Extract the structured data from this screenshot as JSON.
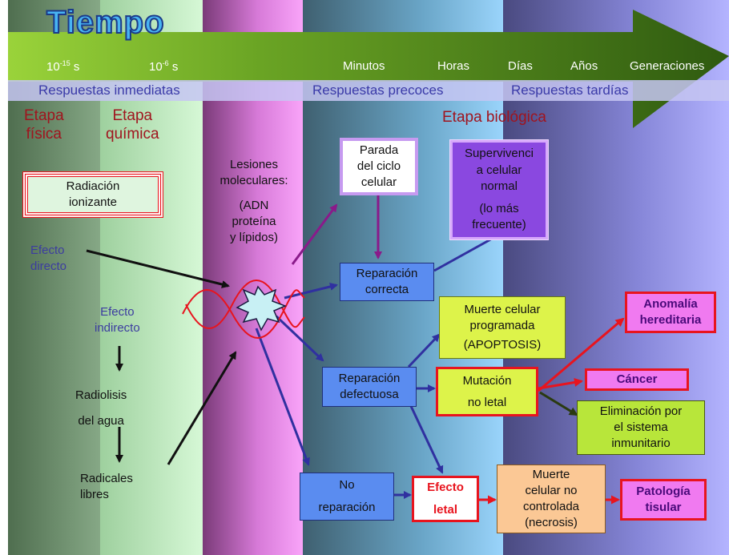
{
  "colors": {
    "band_fisica": "#5e7d5e",
    "band_quimica": "#c8f2c8",
    "band_lesiones": "#ef7df0",
    "band_precoces": "#86c2ec",
    "band_tardias": "#a8a8f2",
    "timeline_arrow": "#3f7a18",
    "title": "#3aa0e8",
    "stage_text": "#a0141e",
    "response_bar": "#c6c6f2",
    "yellow_green": "#ddf34a",
    "purple": "#8a3bd8",
    "blue_box": "#5a8cf0",
    "pink_box": "#f07af0",
    "peach": "#fbc895",
    "red": "#e8141e"
  },
  "title": "Tiempo",
  "timeline": {
    "t1": "10-15 s",
    "t2": "10-6 s",
    "minutos": "Minutos",
    "horas": "Horas",
    "dias": "Días",
    "anos": "Años",
    "generaciones": "Generaciones"
  },
  "responses": {
    "inmediatas": "Respuestas inmediatas",
    "precoces": "Respuestas precoces",
    "tardias": "Respuestas tardías"
  },
  "stages": {
    "fisica_1": "Etapa",
    "fisica_2": "física",
    "quimica_1": "Etapa",
    "quimica_2": "química",
    "biologica": "Etapa biológica"
  },
  "radiacion": {
    "l1": "Radiación",
    "l2": "ionizante"
  },
  "efecto_directo": {
    "l1": "Efecto",
    "l2": "directo"
  },
  "efecto_indirecto": {
    "l1": "Efecto",
    "l2": "indirecto"
  },
  "radiolisis": {
    "l1": "Radiolisis",
    "l2": "del agua"
  },
  "radicales": {
    "l1": "Radicales",
    "l2": "libres"
  },
  "lesiones": {
    "l1": "Lesiones",
    "l2": "moleculares:",
    "l3": "(ADN",
    "l4": "proteína",
    "l5": "y lípidos)"
  },
  "parada": {
    "l1": "Parada",
    "l2": "del ciclo",
    "l3": "celular"
  },
  "supervivencia": {
    "l1": "Supervivenci",
    "l2": "a celular",
    "l3": "normal",
    "l4": "(lo más",
    "l5": "frecuente)"
  },
  "reparacion_correcta": {
    "l1": "Reparación",
    "l2": "correcta"
  },
  "muerte_programada": {
    "l1": "Muerte celular",
    "l2": "programada",
    "l3": "(APOPTOSIS)"
  },
  "anomalia": {
    "l1": "Anomalía",
    "l2": "hereditaria"
  },
  "reparacion_defectuosa": {
    "l1": "Reparación",
    "l2": "defectuosa"
  },
  "mutacion": {
    "l1": "Mutación",
    "l2": "no letal"
  },
  "cancer": "Cáncer",
  "eliminacion": {
    "l1": "Eliminación por",
    "l2": "el sistema",
    "l3": "inmunitario"
  },
  "no_reparacion": {
    "l1": "No",
    "l2": "reparación"
  },
  "efecto_letal": {
    "l1": "Efecto",
    "l2": "letal"
  },
  "muerte_no_controlada": {
    "l1": "Muerte",
    "l2": "celular no",
    "l3": "controlada",
    "l4": "(necrosis)"
  },
  "patologia": {
    "l1": "Patología",
    "l2": "tisular"
  }
}
